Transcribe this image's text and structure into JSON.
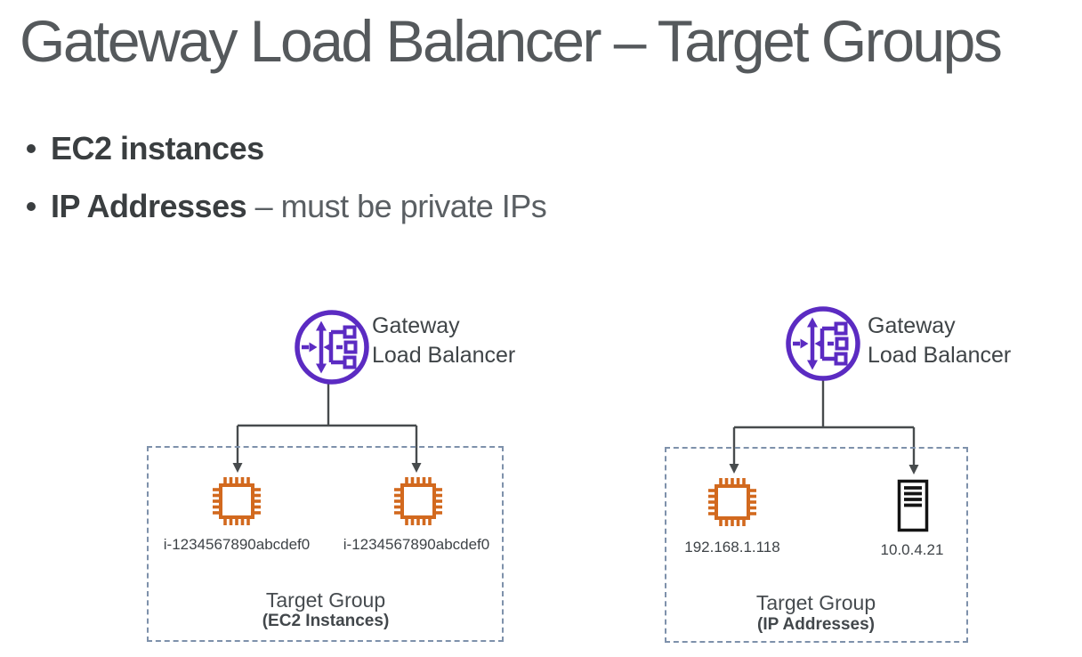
{
  "title": "Gateway Load Balancer – Target Groups",
  "bullets": [
    {
      "emphasis": "EC2 instances",
      "detail": ""
    },
    {
      "emphasis": "IP Addresses",
      "detail": " – must be private IPs"
    }
  ],
  "colors": {
    "title_text": "#55595C",
    "body_text": "#3A3E40",
    "detail_text": "#5A5F63",
    "lb_purple": "#5B2BC2",
    "ec2_orange": "#D2691E",
    "server_black": "#141414",
    "group_border": "#7E91AB",
    "connector": "#474B4D"
  },
  "diagrams": [
    {
      "load_balancer": {
        "icon": "gateway-load-balancer-icon",
        "label_line1": "Gateway",
        "label_line2": "Load Balancer"
      },
      "target_group": {
        "title": "Target Group",
        "subtitle": "(EC2 Instances)",
        "targets": [
          {
            "icon": "ec2-instance-icon",
            "label": "i-1234567890abcdef0"
          },
          {
            "icon": "ec2-instance-icon",
            "label": "i-1234567890abcdef0"
          }
        ]
      }
    },
    {
      "load_balancer": {
        "icon": "gateway-load-balancer-icon",
        "label_line1": "Gateway",
        "label_line2": "Load Balancer"
      },
      "target_group": {
        "title": "Target Group",
        "subtitle": "(IP Addresses)",
        "targets": [
          {
            "icon": "ec2-instance-icon",
            "label": "192.168.1.118"
          },
          {
            "icon": "server-icon",
            "label": "10.0.4.21"
          }
        ]
      }
    }
  ]
}
